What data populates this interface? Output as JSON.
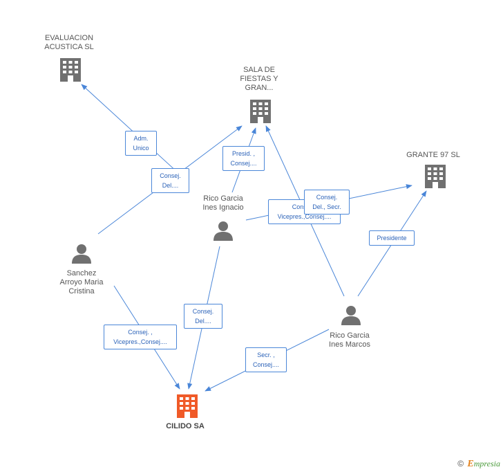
{
  "colors": {
    "edge": "#4a86d8",
    "company": "#707070",
    "main_company": "#f05a28",
    "person": "#707070"
  },
  "nodes": {
    "evaluacion": {
      "lines": [
        "EVALUACION",
        "ACUSTICA SL"
      ],
      "icon": "building-icon"
    },
    "sala": {
      "lines": [
        "SALA DE",
        "FIESTAS Y",
        "GRAN..."
      ],
      "icon": "building-icon"
    },
    "grante": {
      "lines": [
        "GRANTE 97 SL"
      ],
      "icon": "building-icon"
    },
    "cilido": {
      "lines": [
        "CILIDO SA"
      ],
      "icon": "building-icon"
    },
    "sanchez": {
      "lines": [
        "Sanchez",
        "Arroyo Maria",
        "Cristina"
      ],
      "icon": "person-icon"
    },
    "ignacio": {
      "lines": [
        "Rico Garcia",
        "Ines Ignacio"
      ],
      "icon": "person-icon"
    },
    "marcos": {
      "lines": [
        "Rico Garcia",
        "Ines Marcos"
      ],
      "icon": "person-icon"
    }
  },
  "edge_labels": {
    "adm_unico": [
      "Adm.",
      "Unico"
    ],
    "consej_del_sanchez_sala": [
      "Consej.",
      "Del...."
    ],
    "presid_consej": [
      "Presid. ,",
      "Consej...."
    ],
    "consej_vicepres_marcos_grante_behind": [
      "Consej. ,",
      "Vicepres.,Consej...."
    ],
    "consej_del_secr": [
      "Consej.",
      "Del., Secr."
    ],
    "presidente": [
      "Presidente"
    ],
    "consej_del_ignacio_cilido": [
      "Consej.",
      "Del...."
    ],
    "consej_vicepres_sanchez_cilido": [
      "Consej. ,",
      "Vicepres.,Consej...."
    ],
    "secr_consej": [
      "Secr. ,",
      "Consej...."
    ]
  },
  "footer": {
    "copyright": "©",
    "brand_initial": "E",
    "brand_rest": "mpresia"
  }
}
